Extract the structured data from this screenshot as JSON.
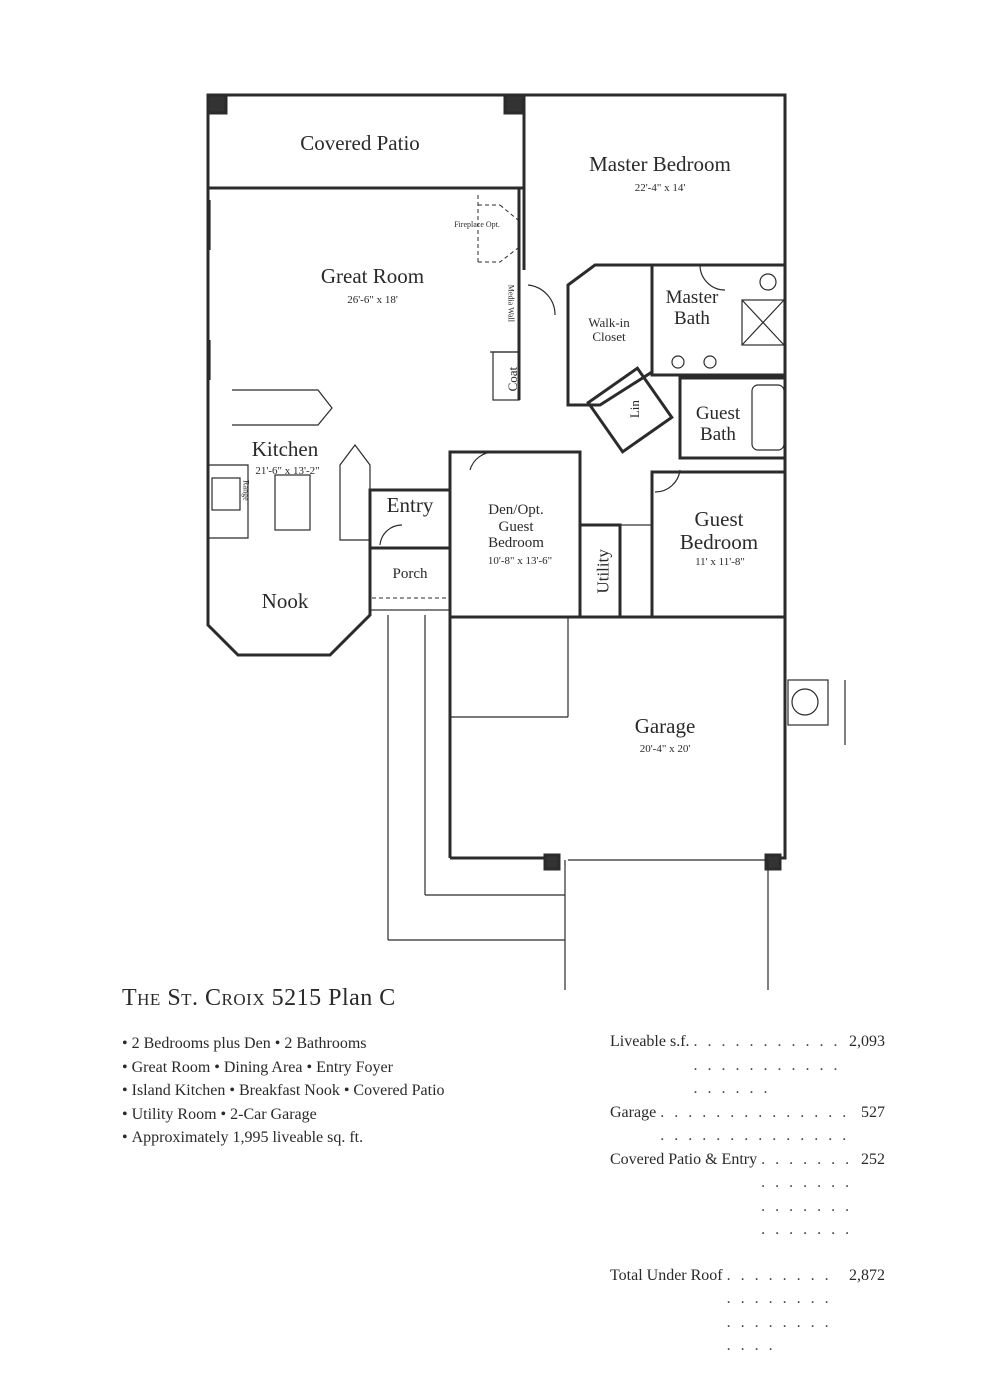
{
  "rooms": {
    "covered_patio": "Covered Patio",
    "master_bedroom": "Master Bedroom",
    "master_bedroom_dim": "22'-4\" x 14'",
    "fireplace": "Fireplace Opt.",
    "great_room": "Great Room",
    "great_room_dim": "26'-6\" x 18'",
    "media_wall": "Media Wall",
    "walk_in_closet": "Walk-in Closet",
    "master_bath": "Master Bath",
    "coat": "Coat",
    "lin": "Lin",
    "guest_bath": "Guest Bath",
    "kitchen": "Kitchen",
    "kitchen_dim": "21'-6\" x 13'-2\"",
    "range": "Range",
    "entry": "Entry",
    "den": "Den/Opt. Guest Bedroom",
    "den_dim": "10'-8\" x 13'-6\"",
    "utility": "Utility",
    "guest_bedroom": "Guest Bedroom",
    "guest_bedroom_dim": "11' x 11'-8\"",
    "porch": "Porch",
    "nook": "Nook",
    "garage": "Garage",
    "garage_dim": "20'-4\" x 20'"
  },
  "title": {
    "prefix": "The St. Croix",
    "suffix": "5215 Plan C"
  },
  "features": [
    "2 Bedrooms plus Den • 2 Bathrooms",
    "Great Room • Dining Area • Entry Foyer",
    "Island Kitchen • Breakfast Nook • Covered Patio",
    "Utility Room • 2-Car Garage",
    "Approximately 1,995 liveable sq. ft."
  ],
  "areas": [
    {
      "label": "Liveable s.f.",
      "value": "2,093"
    },
    {
      "label": "Garage",
      "value": "527"
    },
    {
      "label": "Covered Patio & Entry",
      "value": "252"
    }
  ],
  "total": {
    "label": "Total Under Roof",
    "value": "2,872"
  }
}
